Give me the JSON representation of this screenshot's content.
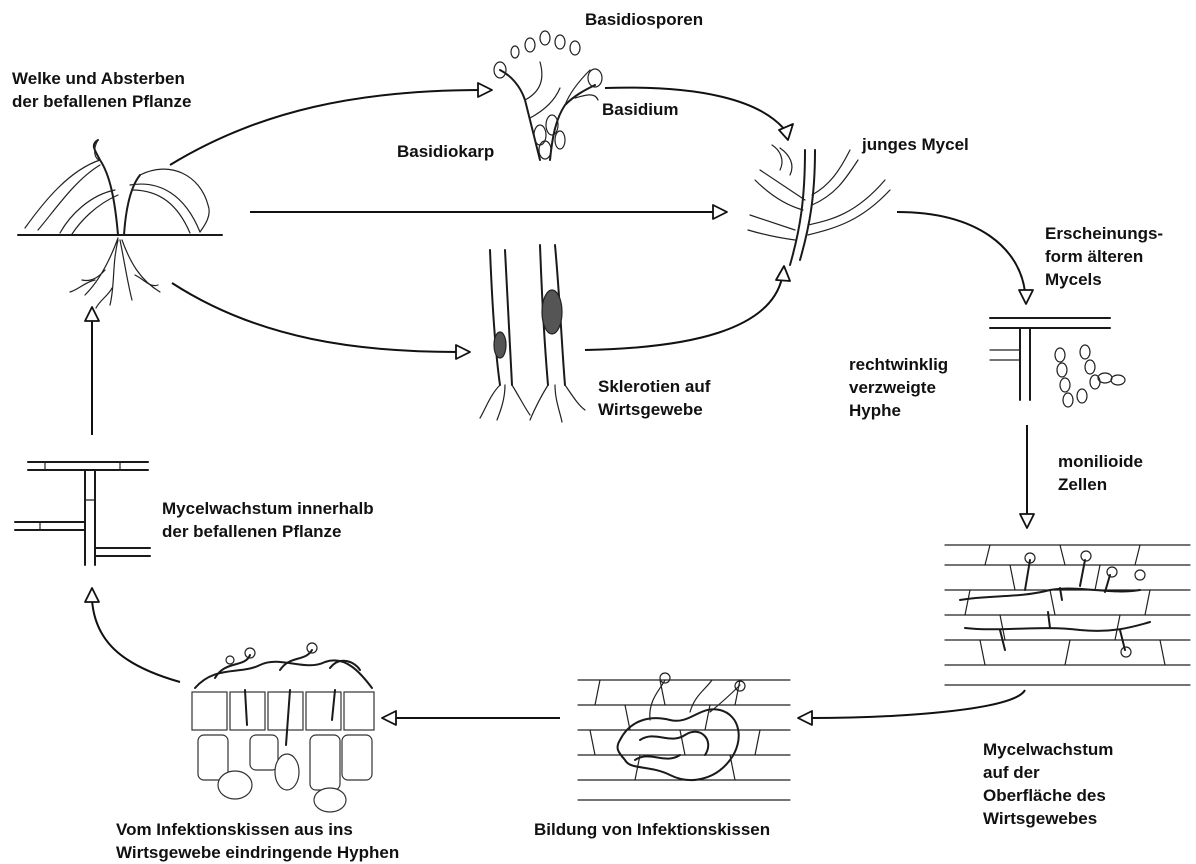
{
  "labels": {
    "welke": [
      "Welke und Absterben",
      "der befallenen Pflanze"
    ],
    "basidiosporen": [
      "Basidiosporen"
    ],
    "basidium": [
      "Basidium"
    ],
    "basidiokarp": [
      "Basidiokarp"
    ],
    "junges_mycel": [
      "junges Mycel"
    ],
    "erscheinungsform": [
      "Erscheinungs-",
      "form älteren",
      "Mycels"
    ],
    "rechtwinklig": [
      "rechtwinklig",
      "verzweigte",
      "Hyphe"
    ],
    "monilioide": [
      "monilioide",
      "Zellen"
    ],
    "sklerotien": [
      "Sklerotien auf",
      "Wirtsgewebe"
    ],
    "mycelwachstum_innen": [
      "Mycelwachstum innerhalb",
      "der befallenen Pflanze"
    ],
    "mycelwachstum_oberflaeche": [
      "Mycelwachstum",
      "auf der",
      "Oberfläche des",
      "Wirtsgewebes"
    ],
    "infektionskissen": [
      "Bildung von Infektionskissen"
    ],
    "eindringende": [
      "Vom Infektionskissen aus ins",
      "Wirtsgewebe eindringende Hyphen"
    ]
  }
}
